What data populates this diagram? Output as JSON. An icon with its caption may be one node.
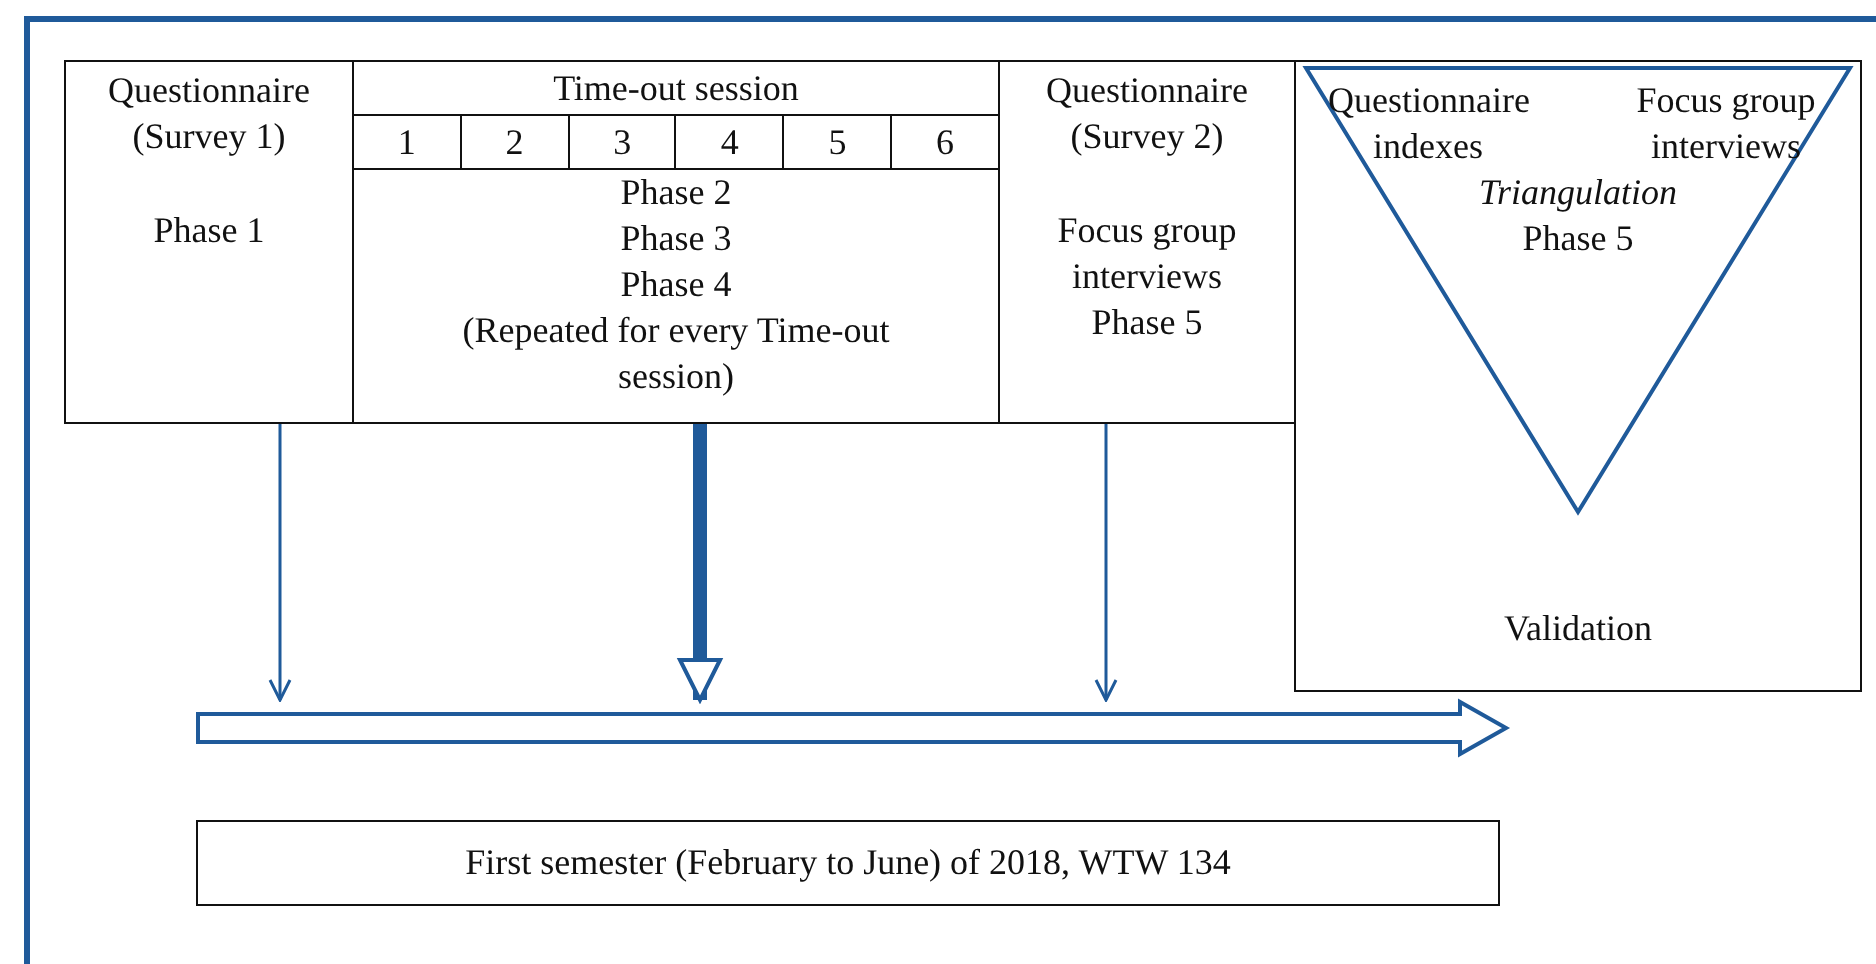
{
  "diagram": {
    "nodes": [
      {
        "text": [
          "Questionnaire (Survey 1)",
          "Phase 1"
        ]
      },
      {
        "text": [
          "Time-out session",
          "Phase 2",
          "Phase 3",
          "Phase 4",
          "(Repeated for every Time-out session)"
        ]
      },
      {
        "text": [
          "Questionnaire (Survey 2)",
          "Focus group interviews",
          "Phase 5"
        ]
      },
      {
        "text": [
          "Validation"
        ]
      },
      {
        "text": [
          "Questionnaire indexes",
          "Focus group interviews",
          "Triangulation",
          "Phase 5"
        ],
        "in": 3
      },
      {
        "text": [],
        "shape": "arrow"
      },
      {
        "text": [
          "First semester (February to June) of 2018, WTW 134"
        ]
      }
    ],
    "edges": [
      {
        "from": 0,
        "to": 5,
        "arrow": "to"
      },
      {
        "from": 1,
        "to": 5,
        "arrow": "to",
        "style": "thick"
      },
      {
        "from": 2,
        "to": 5,
        "arrow": "to"
      }
    ],
    "labels": [
      "1",
      "2",
      "3",
      "4",
      "5",
      "6"
    ]
  }
}
